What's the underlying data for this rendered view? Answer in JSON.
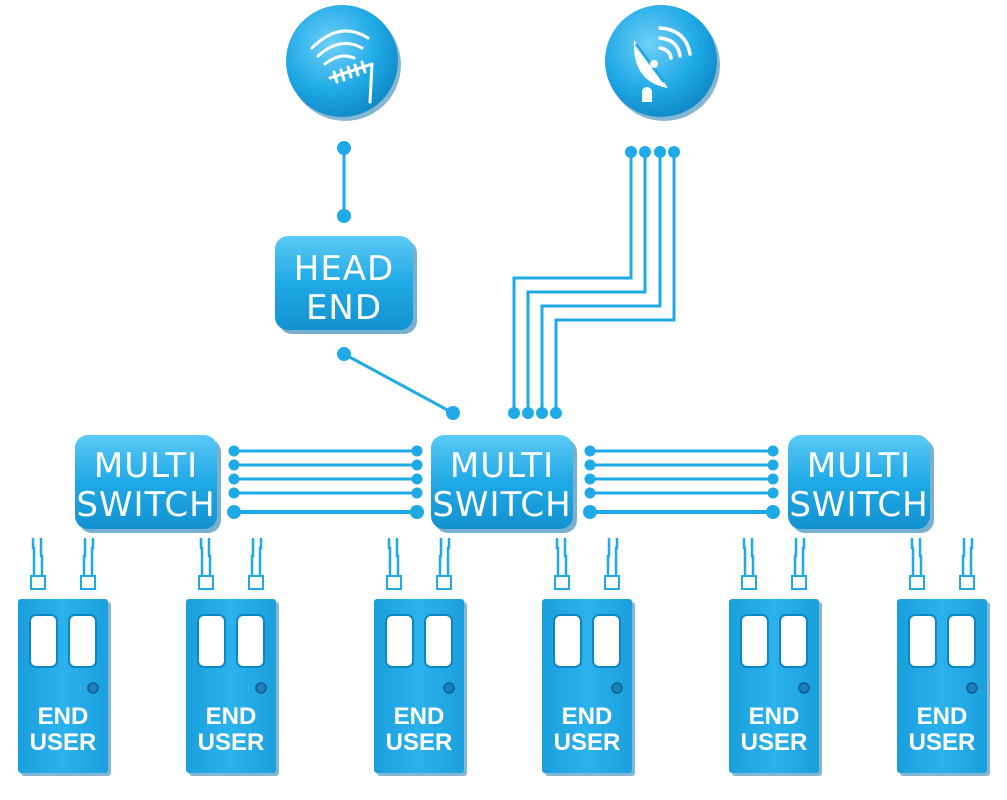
{
  "colors": {
    "primary": "#1fa9e6",
    "primary_dark": "#0f7fb8",
    "primary_light": "#4cc3f5",
    "background": "#ffffff"
  },
  "icons": {
    "antenna": "terrestrial-antenna-icon",
    "satellite": "satellite-dish-icon"
  },
  "head_end": {
    "line1": "HEAD",
    "line2": "END"
  },
  "multiswitches": [
    {
      "line1": "MULTI",
      "line2": "SWITCH"
    },
    {
      "line1": "MULTI",
      "line2": "SWITCH"
    },
    {
      "line1": "MULTI",
      "line2": "SWITCH"
    }
  ],
  "end_users": [
    {
      "line1": "END",
      "line2": "USER"
    },
    {
      "line1": "END",
      "line2": "USER"
    },
    {
      "line1": "END",
      "line2": "USER"
    },
    {
      "line1": "END",
      "line2": "USER"
    },
    {
      "line1": "END",
      "line2": "USER"
    },
    {
      "line1": "END",
      "line2": "USER"
    }
  ]
}
